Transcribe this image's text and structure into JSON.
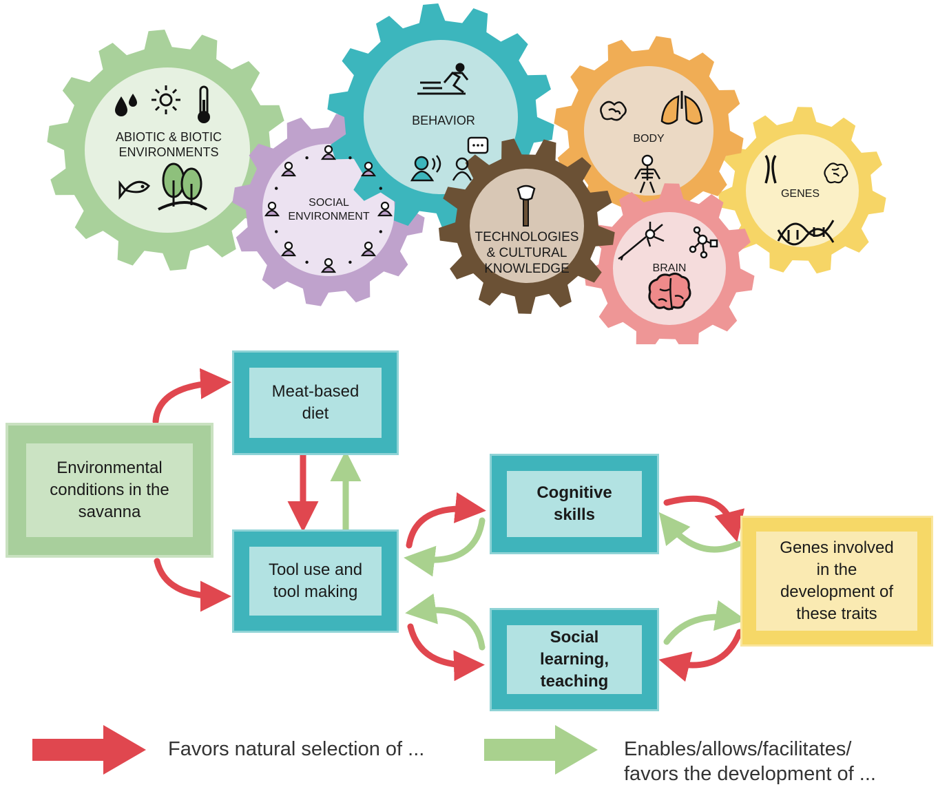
{
  "gears": {
    "abiotic": {
      "label_line1": "ABIOTIC & BIOTIC",
      "label_line2": "ENVIRONMENTS",
      "icons": [
        "water-drops-icon",
        "sun-icon",
        "thermometer-icon",
        "fish-icon",
        "trees-icon"
      ]
    },
    "social": {
      "label_line1": "SOCIAL",
      "label_line2": "ENVIRONMENT",
      "icons": [
        "person-icon"
      ]
    },
    "behavior": {
      "label": "BEHAVIOR",
      "icons": [
        "running-person-icon",
        "speaking-person-icon",
        "chatting-person-icon"
      ]
    },
    "technologies": {
      "label_line1": "TECHNOLOGIES",
      "label_line2": "& CULTURAL",
      "label_line3": "KNOWLEDGE",
      "icons": [
        "stone-axe-icon"
      ]
    },
    "body": {
      "label": "BODY",
      "icons": [
        "intestine-icon",
        "lungs-icon",
        "skeleton-icon"
      ]
    },
    "brain": {
      "label": "BRAIN",
      "icons": [
        "neuron-icon",
        "network-icon",
        "brain-icon"
      ]
    },
    "genes": {
      "label": "GENES",
      "icons": [
        "chromosome-icon",
        "cell-icon",
        "dna-icon"
      ]
    }
  },
  "boxes": {
    "environment": {
      "line1": "Environmental",
      "line2": "conditions in the",
      "line3": "savanna"
    },
    "meat": {
      "line1": "Meat-based",
      "line2": "diet"
    },
    "tool": {
      "line1": "Tool use and",
      "line2": "tool making"
    },
    "cognitive": {
      "line1": "Cognitive",
      "line2": "skills"
    },
    "social": {
      "line1": "Social",
      "line2": "learning,",
      "line3": "teaching"
    },
    "genes": {
      "line1": "Genes involved",
      "line2": "in the",
      "line3": "development of",
      "line4": "these traits"
    }
  },
  "legend": {
    "red_label": "Favors natural selection of ...",
    "green_label_line1": "Enables/allows/facilitates/",
    "green_label_line2": "favors the development of ..."
  },
  "colors": {
    "red_arrow": "#e0474f",
    "green_arrow": "#a9d18e",
    "abiotic_gear": "#a9d19b",
    "social_gear": "#bfa2cc",
    "behavior_gear": "#3cb6bd",
    "technologies_gear": "#6b5135",
    "body_gear": "#f0ad55",
    "brain_gear": "#ee9696",
    "genes_gear": "#f6d566"
  }
}
